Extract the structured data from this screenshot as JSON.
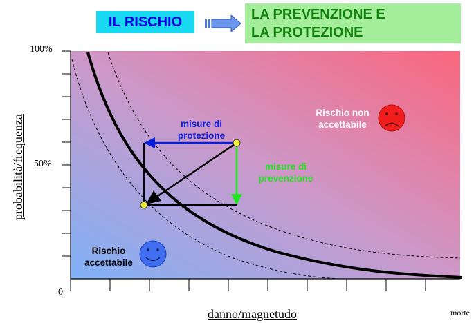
{
  "header": {
    "left_box": "IL RISCHIO",
    "right_box_line1": "LA PREVENZIONE E",
    "right_box_line2": "LA PROTEZIONE"
  },
  "axes": {
    "y_label": "probabilità/frequenza",
    "x_label": "danno/magnetudo",
    "y_ticks": [
      "100%",
      "50%",
      "0"
    ],
    "x_end_label": "morte"
  },
  "labels": {
    "protezione_line1": "misure di",
    "protezione_line2": "protezione",
    "prevenzione_line1": "misure di",
    "prevenzione_line2": "prevenzione",
    "non_accettabile_line1": "Rischio non",
    "non_accettabile_line2": "accettabile",
    "accettabile_line1": "Rischio",
    "accettabile_line2": "accettabile"
  },
  "colors": {
    "rischio_box": "#19d8f1",
    "rischio_text": "#0000e6",
    "prevenzione_box": "#a4ee9b",
    "prevenzione_text": "#12820f",
    "protezione_arrow": "#0b1fd6",
    "prevenzione_arrow": "#1ee61e",
    "gradient_low": "#7fb2f8",
    "gradient_high": "#fb667d",
    "sad_face": "#f21d1d",
    "happy_face": "#3f6ff0",
    "point": "#f4f13a"
  },
  "icons": {
    "sad_face": "sad-face-icon",
    "happy_face": "happy-face-icon",
    "header_arrow": "right-arrow-icon"
  }
}
